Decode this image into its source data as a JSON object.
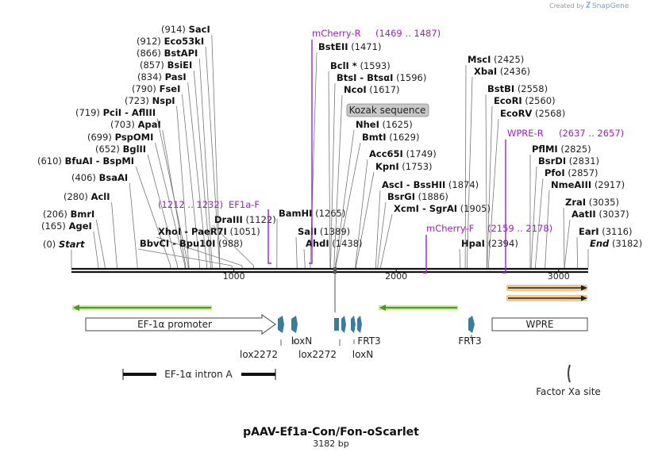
{
  "credit": {
    "prefix": "Created by",
    "brand": "SnapGene"
  },
  "map": {
    "name": "pAAV-Ef1a-Con/Fon-oScarlet",
    "length_text": "3182 bp",
    "total_bp": 3182,
    "axis_ticks": [
      {
        "bp": 1000,
        "label": "1000"
      },
      {
        "bp": 2000,
        "label": "2000"
      },
      {
        "bp": 3000,
        "label": "3000"
      }
    ]
  },
  "sites": [
    {
      "label": "(0)  Start",
      "pos": "(0)",
      "name": "Start",
      "bp": 0,
      "end": true
    },
    {
      "label": "(165)  AgeI",
      "pos": "(165)",
      "name": "AgeI",
      "bp": 165
    },
    {
      "label": "(206)  BmrI",
      "pos": "(206)",
      "name": "BmrI",
      "bp": 206
    },
    {
      "label": "(280)  AclI",
      "pos": "(280)",
      "name": "AclI",
      "bp": 280
    },
    {
      "label": "(406)  BsaAI",
      "pos": "(406)",
      "name": "BsaAI",
      "bp": 406
    },
    {
      "label": "(610)  BfuAI - BspMI",
      "pos": "(610)",
      "name": "BfuAI  -  BspMI",
      "bp": 610
    },
    {
      "label": "(652)  BglII",
      "pos": "(652)",
      "name": "BglII",
      "bp": 652
    },
    {
      "label": "(699)  PspOMI",
      "pos": "(699)",
      "name": "PspOMI",
      "bp": 699
    },
    {
      "label": "(703)  ApaI",
      "pos": "(703)",
      "name": "ApaI",
      "bp": 703
    },
    {
      "label": "(719)  PciI - AflIII",
      "pos": "(719)",
      "name": "PciI  -  AflIII",
      "bp": 719
    },
    {
      "label": "(723)  NspI",
      "pos": "(723)",
      "name": "NspI",
      "bp": 723
    },
    {
      "label": "(790)  FseI",
      "pos": "(790)",
      "name": "FseI",
      "bp": 790
    },
    {
      "label": "(834)  PasI",
      "pos": "(834)",
      "name": "PasI",
      "bp": 834
    },
    {
      "label": "(857)  BsiEI",
      "pos": "(857)",
      "name": "BsiEI",
      "bp": 857
    },
    {
      "label": "(866)  BstAPI",
      "pos": "(866)",
      "name": "BstAPI",
      "bp": 866
    },
    {
      "label": "(912)  Eco53kI",
      "pos": "(912)",
      "name": "Eco53kI",
      "bp": 912
    },
    {
      "label": "(914)  SacI",
      "pos": "(914)",
      "name": "SacI",
      "bp": 914
    },
    {
      "label": "BbvCI - Bpu10I (988)",
      "pos": "(988)",
      "name": "BbvCI  -  Bpu10I",
      "bp": 988
    },
    {
      "label": "XhoI - PaeR7I (1051)",
      "pos": "(1051)",
      "name": "XhoI  -  PaeR7I",
      "bp": 1051
    },
    {
      "label": "DraIII (1122)",
      "pos": "(1122)",
      "name": "DraIII",
      "bp": 1122
    },
    {
      "label": "BamHI (1265)",
      "pos": "(1265)",
      "name": "BamHI",
      "bp": 1265
    },
    {
      "label": "SalI (1389)",
      "pos": "(1389)",
      "name": "SalI",
      "bp": 1389
    },
    {
      "label": "AhdI (1438)",
      "pos": "(1438)",
      "name": "AhdI",
      "bp": 1438
    },
    {
      "label": "BstEII (1471)",
      "pos": "(1471)",
      "name": "BstEII",
      "bp": 1471
    },
    {
      "label": "BclI * (1593)",
      "pos": "(1593)",
      "name": "BclI *",
      "bp": 1593
    },
    {
      "label": "BtsI - BtsαI (1596)",
      "pos": "(1596)",
      "name": "BtsI  -  BtsαI",
      "bp": 1596
    },
    {
      "label": "NcoI (1617)",
      "pos": "(1617)",
      "name": "NcoI",
      "bp": 1617
    },
    {
      "label": "NheI (1625)",
      "pos": "(1625)",
      "name": "NheI",
      "bp": 1625
    },
    {
      "label": "BmtI (1629)",
      "pos": "(1629)",
      "name": "BmtI",
      "bp": 1629
    },
    {
      "label": "Acc65I (1749)",
      "pos": "(1749)",
      "name": "Acc65I",
      "bp": 1749
    },
    {
      "label": "KpnI (1753)",
      "pos": "(1753)",
      "name": "KpnI",
      "bp": 1753
    },
    {
      "label": "AscI - BssHII (1874)",
      "pos": "(1874)",
      "name": "AscI  -  BssHII",
      "bp": 1874
    },
    {
      "label": "BsrGI (1886)",
      "pos": "(1886)",
      "name": "BsrGI",
      "bp": 1886
    },
    {
      "label": "XcmI - SgrAI (1905)",
      "pos": "(1905)",
      "name": "XcmI  -  SgrAI",
      "bp": 1905
    },
    {
      "label": "HpaI (2394)",
      "pos": "(2394)",
      "name": "HpaI",
      "bp": 2394
    },
    {
      "label": "MscI (2425)",
      "pos": "(2425)",
      "name": "MscI",
      "bp": 2425
    },
    {
      "label": "XbaI (2436)",
      "pos": "(2436)",
      "name": "XbaI",
      "bp": 2436
    },
    {
      "label": "BstBI (2558)",
      "pos": "(2558)",
      "name": "BstBI",
      "bp": 2558
    },
    {
      "label": "EcoRI (2560)",
      "pos": "(2560)",
      "name": "EcoRI",
      "bp": 2560
    },
    {
      "label": "EcoRV (2568)",
      "pos": "(2568)",
      "name": "EcoRV",
      "bp": 2568
    },
    {
      "label": "PflMI (2825)",
      "pos": "(2825)",
      "name": "PflMI",
      "bp": 2825
    },
    {
      "label": "BsrDI (2831)",
      "pos": "(2831)",
      "name": "BsrDI",
      "bp": 2831
    },
    {
      "label": "PfoI (2857)",
      "pos": "(2857)",
      "name": "PfoI",
      "bp": 2857
    },
    {
      "label": "NmeAIII (2917)",
      "pos": "(2917)",
      "name": "NmeAIII",
      "bp": 2917
    },
    {
      "label": "ZraI (3035)",
      "pos": "(3035)",
      "name": "ZraI",
      "bp": 3035
    },
    {
      "label": "AatII (3037)",
      "pos": "(3037)",
      "name": "AatII",
      "bp": 3037
    },
    {
      "label": "EarI (3116)",
      "pos": "(3116)",
      "name": "EarI",
      "bp": 3116
    },
    {
      "label": "End (3182)",
      "pos": "(3182)",
      "name": "End",
      "bp": 3182,
      "end": true
    }
  ],
  "primers": [
    {
      "name": "mCherry-R",
      "range": "(1469 .. 1487)"
    },
    {
      "name": "EF1a-F",
      "range": "(1212 .. 1232)"
    },
    {
      "name": "WPRE-R",
      "range": "(2637 .. 2657)"
    },
    {
      "name": "mCherry-F",
      "range": "(2159 .. 2178)"
    }
  ],
  "features": {
    "kozak": "Kozak sequence",
    "ef1a_promoter": "EF-1α promoter",
    "wpre": "WPRE",
    "ef1a_intron": "EF-1α intron A",
    "factor_xa": "Factor Xa site",
    "lox2272_a": "lox2272",
    "loxN_a": "loxN",
    "lox2272_b": "lox2272",
    "frt3_a": "FRT3",
    "loxN_b": "loxN",
    "frt3_b": "FRT3"
  },
  "colors": {
    "primer": "#a020c8",
    "orf_arrow": "#4a9a1a",
    "orf_outline": "#c8e8a0",
    "feature_teal": "#3a7d99",
    "orange_arrow": "#e8a040",
    "axis": "#111111"
  }
}
